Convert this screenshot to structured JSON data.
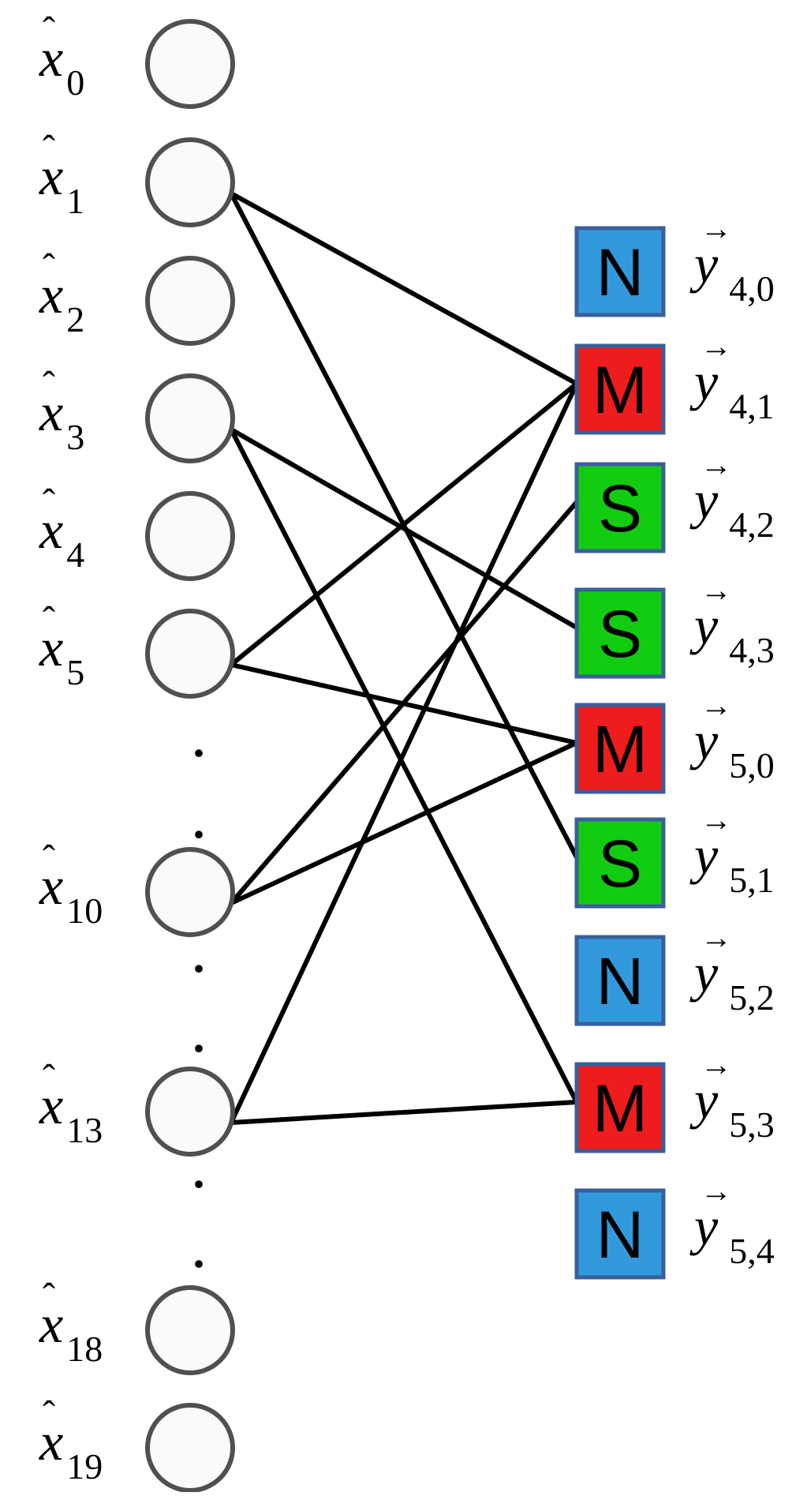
{
  "variable_nodes": [
    {
      "symbol": "x",
      "index": "0"
    },
    {
      "symbol": "x",
      "index": "1"
    },
    {
      "symbol": "x",
      "index": "2"
    },
    {
      "symbol": "x",
      "index": "3"
    },
    {
      "symbol": "x",
      "index": "4"
    },
    {
      "symbol": "x",
      "index": "5"
    },
    {
      "symbol": "x",
      "index": "10"
    },
    {
      "symbol": "x",
      "index": "13"
    },
    {
      "symbol": "x",
      "index": "18"
    },
    {
      "symbol": "x",
      "index": "19"
    }
  ],
  "check_nodes": [
    {
      "type": "N",
      "color": "#3399dd",
      "symbol": "y",
      "index": "4,0"
    },
    {
      "type": "M",
      "color": "#ee1c1c",
      "symbol": "y",
      "index": "4,1"
    },
    {
      "type": "S",
      "color": "#11cc11",
      "symbol": "y",
      "index": "4,2"
    },
    {
      "type": "S",
      "color": "#11cc11",
      "symbol": "y",
      "index": "4,3"
    },
    {
      "type": "M",
      "color": "#ee1c1c",
      "symbol": "y",
      "index": "5,0"
    },
    {
      "type": "S",
      "color": "#11cc11",
      "symbol": "y",
      "index": "5,1"
    },
    {
      "type": "N",
      "color": "#3399dd",
      "symbol": "y",
      "index": "5,2"
    },
    {
      "type": "M",
      "color": "#ee1c1c",
      "symbol": "y",
      "index": "5,3"
    },
    {
      "type": "N",
      "color": "#3399dd",
      "symbol": "y",
      "index": "5,4"
    }
  ],
  "edges": [
    {
      "from": "1",
      "to": "4,1"
    },
    {
      "from": "1",
      "to": "5,1"
    },
    {
      "from": "3",
      "to": "4,3"
    },
    {
      "from": "3",
      "to": "5,3"
    },
    {
      "from": "5",
      "to": "4,1"
    },
    {
      "from": "5",
      "to": "5,0"
    },
    {
      "from": "10",
      "to": "4,2"
    },
    {
      "from": "10",
      "to": "5,0"
    },
    {
      "from": "13",
      "to": "4,1"
    },
    {
      "from": "13",
      "to": "5,3"
    }
  ],
  "ellipsis": ".",
  "colors": {
    "circle_fill": "#fafafa",
    "circle_stroke": "#505050",
    "square_stroke": "#3a5f9a",
    "edge": "#000000"
  }
}
